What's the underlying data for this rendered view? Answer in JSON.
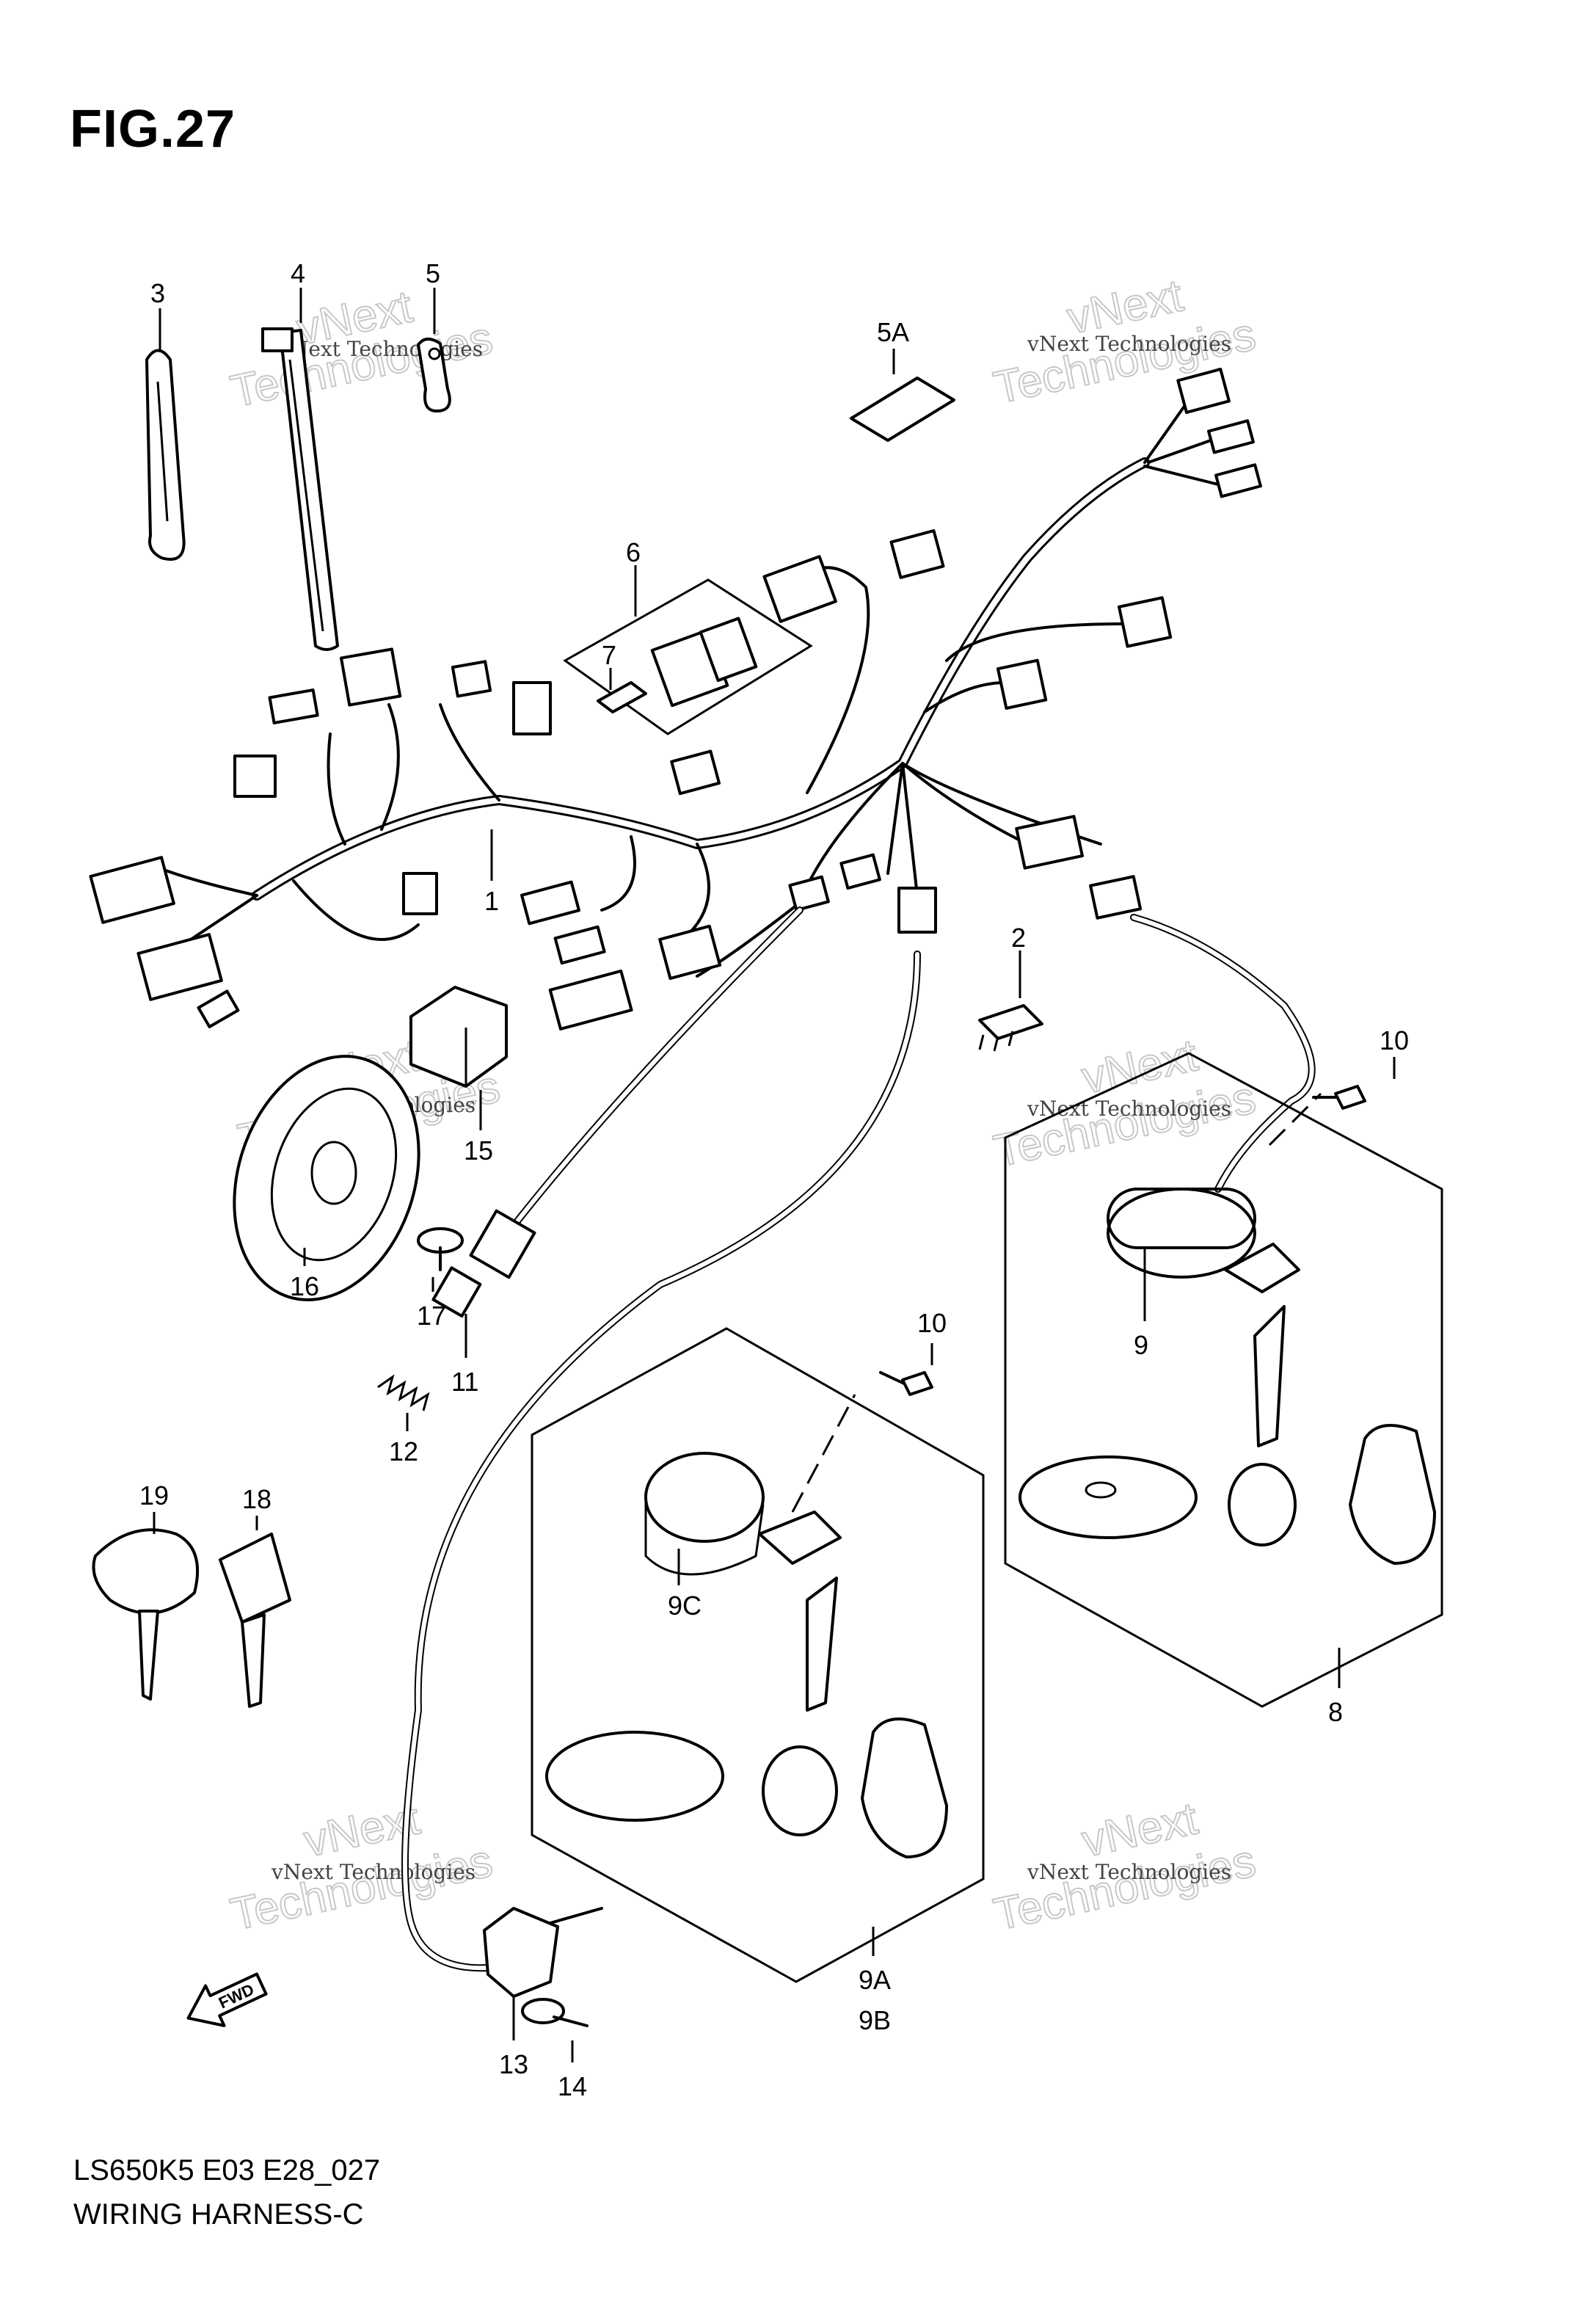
{
  "figure": {
    "title": "FIG.27"
  },
  "footer": {
    "model_code": "LS650K5 E03 E28_027",
    "diagram_name": "WIRING HARNESS-C"
  },
  "fwd_label": "FWD",
  "callouts": {
    "c1": "1",
    "c2": "2",
    "c3": "3",
    "c4": "4",
    "c5": "5",
    "c5a": "5A",
    "c6": "6",
    "c7": "7",
    "c8": "8",
    "c9": "9",
    "c9a": "9A",
    "c9b": "9B",
    "c9c": "9C",
    "c10a": "10",
    "c10b": "10",
    "c11": "11",
    "c12": "12",
    "c13": "13",
    "c14": "14",
    "c15": "15",
    "c16": "16",
    "c17": "17",
    "c18": "18",
    "c19": "19"
  },
  "watermark": {
    "small": "vNext Technologies",
    "big": "Technologies",
    "big_top": "vNext"
  }
}
